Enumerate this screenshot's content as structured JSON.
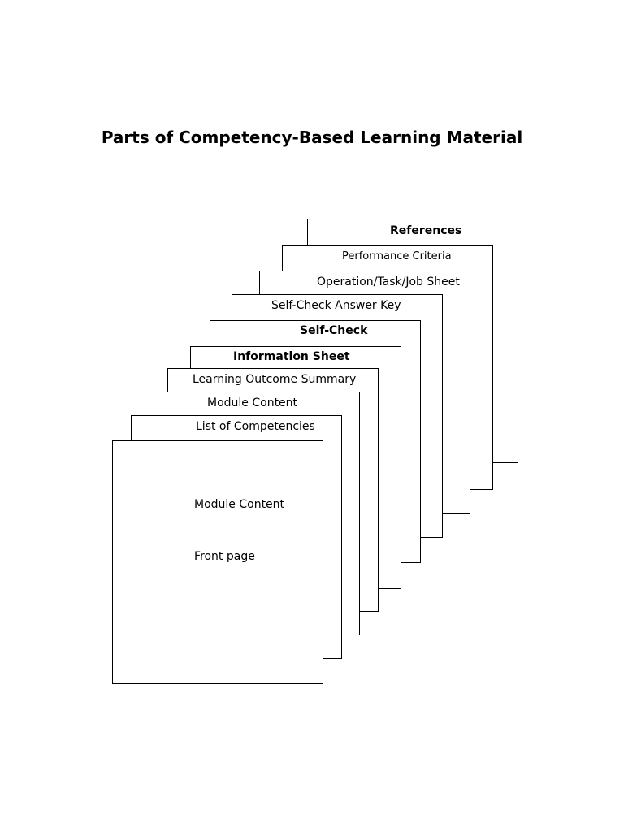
{
  "title": "Parts of Competency-Based Learning Material",
  "sheets": {
    "references": "References",
    "performance_criteria": "Performance Criteria",
    "operation_sheet": "Operation/Task/Job Sheet",
    "self_check_answer_key": "Self-Check Answer Key",
    "self_check": "Self-Check",
    "information_sheet": "Information Sheet",
    "learning_outcome_summary": "Learning Outcome Summary",
    "module_content": "Module Content",
    "list_of_competencies": "List of Competencies"
  },
  "front_page": {
    "module_content": "Module Content",
    "label": "Front page"
  }
}
